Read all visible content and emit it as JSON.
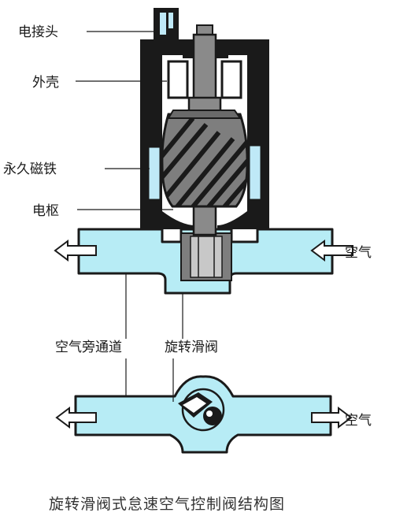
{
  "labels": {
    "connector": "电接头",
    "housing": "外壳",
    "magnet": "永久磁铁",
    "armature": "电枢",
    "air_in_top": "空气",
    "bypass": "空气旁通道",
    "rotary_valve": "旋转滑阀",
    "air_in_bottom": "空气"
  },
  "caption": "旋转滑阀式怠速空气控制阀结构图",
  "colors": {
    "outline": "#1a1a1a",
    "air_passage": "#b7ecf5",
    "magnet": "#bfe9f7",
    "armature_body": "#7e7e7e",
    "shaft": "#8a8a8a",
    "background": "#ffffff"
  }
}
